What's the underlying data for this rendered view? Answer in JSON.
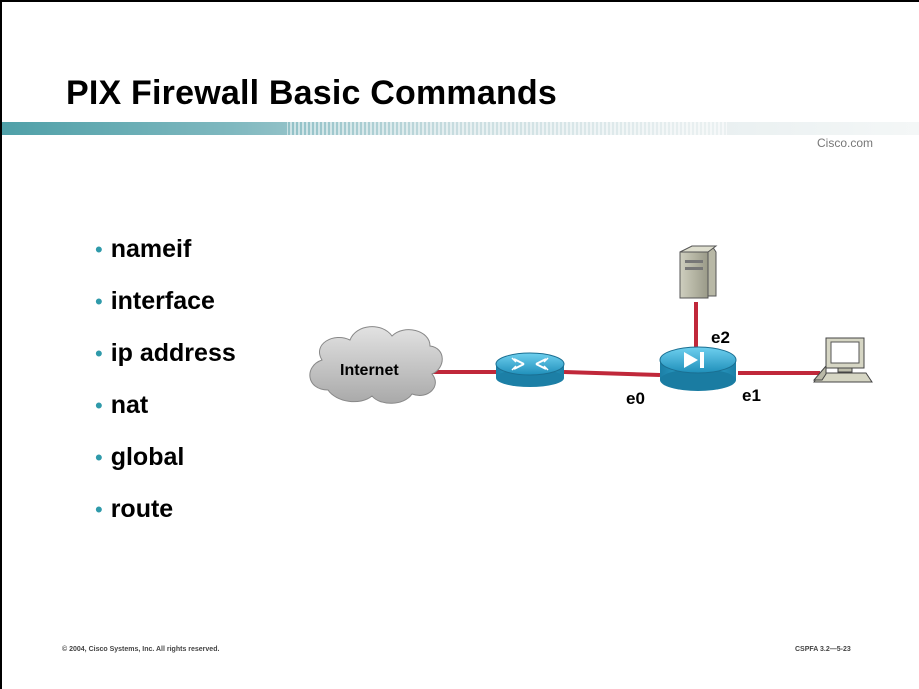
{
  "slide": {
    "title": "PIX Firewall Basic Commands",
    "brand": "Cisco.com",
    "footer_left": "© 2004, Cisco Systems, Inc. All rights reserved.",
    "footer_right": "CSPFA 3.2—5-23"
  },
  "bullets": [
    {
      "label": "nameif"
    },
    {
      "label": "interface"
    },
    {
      "label": "ip address"
    },
    {
      "label": "nat"
    },
    {
      "label": "global"
    },
    {
      "label": "route"
    }
  ],
  "diagram": {
    "cloud_label": "Internet",
    "interfaces": {
      "outside": "e0",
      "inside": "e1",
      "dmz": "e2"
    },
    "link_color": "#c0283a",
    "device_color": "#2aa8cf"
  }
}
